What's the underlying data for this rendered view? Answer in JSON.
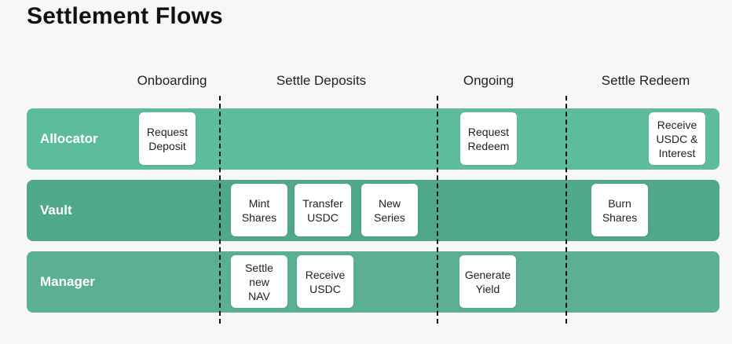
{
  "title": "Settlement Flows",
  "phases": [
    "Onboarding",
    "Settle Deposits",
    "Ongoing",
    "Settle Redeem"
  ],
  "lanes": [
    {
      "label": "Allocator",
      "color": "#5dbd9b"
    },
    {
      "label": "Vault",
      "color": "#4fa888"
    },
    {
      "label": "Manager",
      "color": "#5aaf94"
    }
  ],
  "boxes": {
    "request_deposit": "Request\nDeposit",
    "request_redeem": "Request\nRedeem",
    "receive_usdc_interest": "Receive\nUSDC &\nInterest",
    "mint_shares": "Mint\nShares",
    "transfer_usdc": "Transfer\nUSDC",
    "new_series": "New\nSeries",
    "burn_shares": "Burn\nShares",
    "settle_new_nav": "Settle\nnew\nNAV",
    "receive_usdc": "Receive\nUSDC",
    "generate_yield": "Generate\nYield"
  }
}
